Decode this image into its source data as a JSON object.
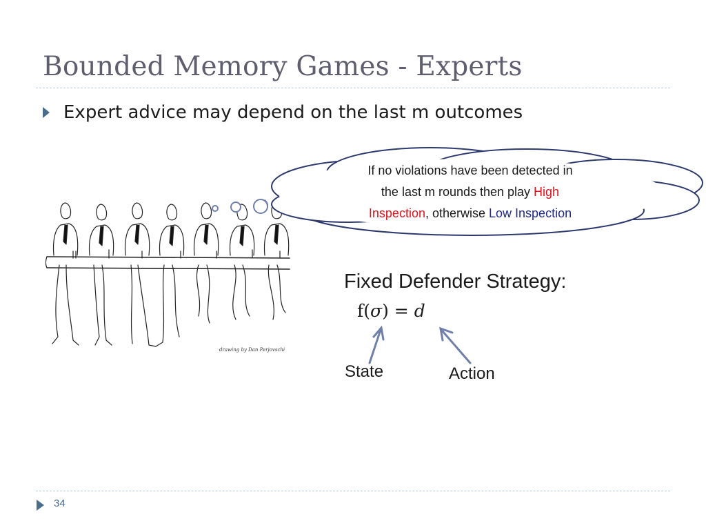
{
  "slide": {
    "title": "Bounded Memory Games - Experts",
    "bullet": "Expert advice may depend on the last m outcomes",
    "image_credit": "drawing by Dan Perjovschi",
    "thought_bubble": {
      "line1": "If no violations have been detected in",
      "line2_plain": "the last m rounds then play ",
      "line2_red": "High",
      "line3_red": "Inspection",
      "line3_plain": ", otherwise ",
      "line3_blue": "Low Inspection"
    },
    "strategy_heading": "Fixed Defender Strategy:",
    "formula": {
      "func": "f(",
      "var": "σ",
      "mid": ") = ",
      "result": "d"
    },
    "state_label": "State",
    "action_label": "Action",
    "page_number": "34"
  },
  "colors": {
    "title": "#5e5e6e",
    "accent": "#4a6d8c",
    "cloud_outline": "#2e3a6e",
    "arrow": "#6f7fa8",
    "highlight_red": "#e0141e",
    "highlight_blue": "#1f2a8c"
  },
  "icons": {
    "bullet": "triangle-right",
    "footer": "triangle-right"
  }
}
